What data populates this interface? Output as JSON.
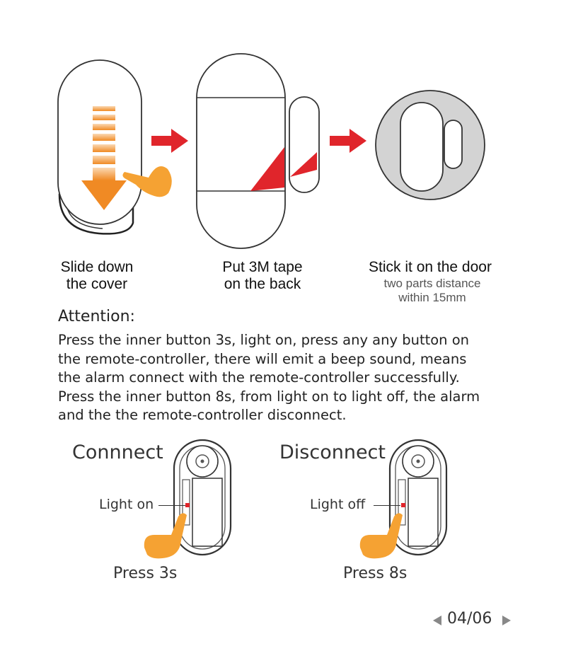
{
  "steps": [
    {
      "line1": "Slide down",
      "line2": "the cover"
    },
    {
      "line1": "Put 3M tape",
      "line2": "on the back"
    },
    {
      "line1": "Stick it on the door",
      "note1": "two parts distance",
      "note2": "within 15mm"
    }
  ],
  "attention": {
    "title": "Attention:",
    "lines": [
      "Press the inner button 3s, light on, press any any button on",
      "the remote-controller, there will emit a beep sound, means",
      "the alarm connect with the remote-controller successfully.",
      "Press the inner button 8s, from light on to light off, the alarm",
      "and the the remote-controller disconnect."
    ]
  },
  "connect": {
    "title": "Connnect",
    "light_label": "Light on",
    "press_label": "Press 3s"
  },
  "disconnect": {
    "title": "Disconnect",
    "light_label": "Light off",
    "press_label": "Press 8s"
  },
  "pagination": {
    "page": "04/06"
  },
  "colors": {
    "arrow_red": "#e0252b",
    "hand_orange": "#f5a233",
    "down_arrow_orange": "#f08a24",
    "indicator_red": "#e0252b"
  }
}
